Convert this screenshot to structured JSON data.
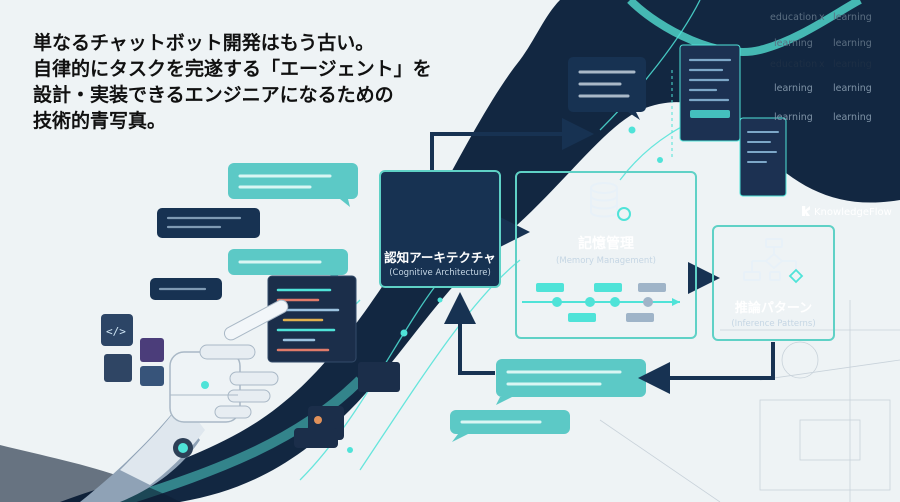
{
  "headline": {
    "line1": "単なるチャットボット開発はもう古い。",
    "line2": "自律的にタスクを完遂する「エージェント」を",
    "line3": "設計・実装できるエンジニアになるための",
    "line4": "技術的青写真。"
  },
  "nodes": {
    "cognitive": {
      "title": "認知アーキテクチャ",
      "subtitle": "(Cognitive Architecture)"
    },
    "memory": {
      "title": "記憶管理",
      "subtitle": "(Memory Management)"
    },
    "inference": {
      "title": "推論パターン",
      "subtitle": "(Inference Patterns)"
    }
  },
  "table": {
    "rows": [
      [
        "education",
        "x",
        "learning"
      ],
      [
        "learning",
        "",
        "learning"
      ],
      [
        "education",
        "x",
        "learning"
      ],
      [
        "learning",
        "",
        "learning"
      ],
      [
        "learning",
        "",
        "learning"
      ]
    ]
  },
  "brand": "KnowledgeFlow",
  "colors": {
    "navy": "#173252",
    "teal": "#5fd1c6",
    "dark_bg": "#122741",
    "accent_cyan": "#4fe3d8"
  },
  "icons": [
    "brain-icon",
    "gears-icon",
    "database-icon",
    "flowchart-icon",
    "robot-hand",
    "code-icon"
  ]
}
